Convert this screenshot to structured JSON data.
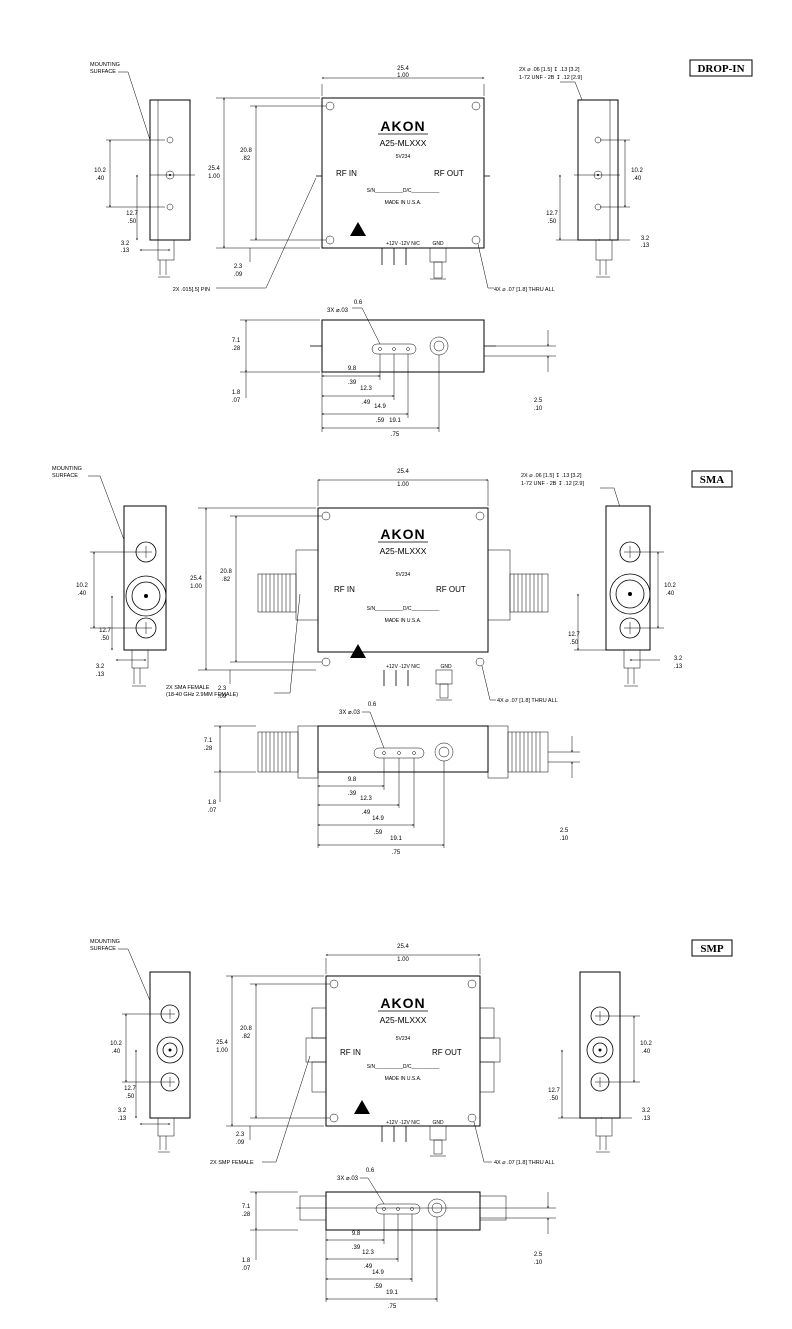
{
  "device": {
    "brand": "AKON",
    "model": "A25-MLXXX",
    "code": "5V234",
    "rf_in": "RF IN",
    "rf_out": "RF OUT",
    "sn_field": "S/N__________D/C__________",
    "origin": "MADE IN U.S.A.",
    "pins": "+12V -12V  N/C",
    "gnd": "GND"
  },
  "views": [
    {
      "tag": "DROP-IN",
      "mounting_surface_1": "MOUNTING",
      "mounting_surface_2": "SURFACE",
      "hole_note_1": "2X ⌀ .06 [1.5] ↧ .13 [3.2]",
      "hole_note_2": "1-72 UNF - 2B ↧ .12 [2.9]",
      "connector_note_1": "2X .015[.5]  PIN",
      "connector_note_2": "",
      "thru_note": "4X ⌀ .07 [1.8] THRU ALL"
    },
    {
      "tag": "SMA",
      "mounting_surface_1": "MOUNTING",
      "mounting_surface_2": "SURFACE",
      "hole_note_1": "2X ⌀ .06 [1.5] ↧ .13 [3.2]",
      "hole_note_2": "1-72 UNF - 2B ↧ .12 [2.9]",
      "connector_note_1": "2X SMA FEMALE",
      "connector_note_2": "(18-40 GHz 2.9MM FEMALE)",
      "thru_note": "4X ⌀ .07 [1.8] THRU ALL"
    },
    {
      "tag": "SMP",
      "mounting_surface_1": "MOUNTING",
      "mounting_surface_2": "SURFACE",
      "hole_note_1": "",
      "hole_note_2": "",
      "connector_note_1": "2X SMP FEMALE",
      "connector_note_2": "",
      "thru_note": "4X ⌀ .07 [1.8] THRU ALL"
    }
  ],
  "dims": {
    "width_mm": "25.4",
    "width_in": "1.00",
    "height_mm": "25.4",
    "height_in": "1.00",
    "hole_span_mm": "20.8",
    "hole_span_in": ".82",
    "pin_offset_mm": "2.3",
    "pin_offset_in": ".09",
    "side_span_mm": "10.2",
    "side_span_in": ".40",
    "side_half_mm": "12.7",
    "side_half_in": ".50",
    "side_edge_mm": "3.2",
    "side_edge_in": ".13",
    "bottom_height_mm": "7.1",
    "bottom_height_in": ".28",
    "bottom_base_mm": "1.8",
    "bottom_base_in": ".07",
    "pin_dia_mm": "0.6",
    "pin_dia_in": "3X ⌀.03",
    "pin1_mm": "9.8",
    "pin1_in": ".39",
    "pin2_mm": "12.3",
    "pin2_in": ".49",
    "pin3_mm": "14.9",
    "pin3_in": ".59",
    "gnd_mm": "19.1",
    "gnd_in": ".75",
    "rf_height_mm": "2.5",
    "rf_height_in": ".10"
  }
}
